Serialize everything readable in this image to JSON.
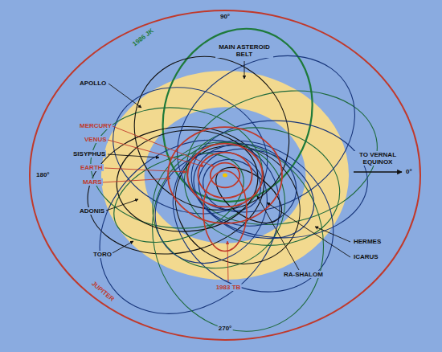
{
  "diagram": {
    "labels": [
      "90°",
      "180°",
      "270°",
      "TO VERNAL EQUINOX",
      "0°",
      "1986 JK",
      "MAIN ASTEROID BELT",
      "APOLLO",
      "MERCURY",
      "VENUS",
      "SISYPHUS",
      "EARTH",
      "MARS",
      "ADONIS",
      "TORO",
      "HERMES",
      "ICARUS",
      "RA-SHALOM",
      "1983 TB",
      "JUPITER"
    ]
  }
}
